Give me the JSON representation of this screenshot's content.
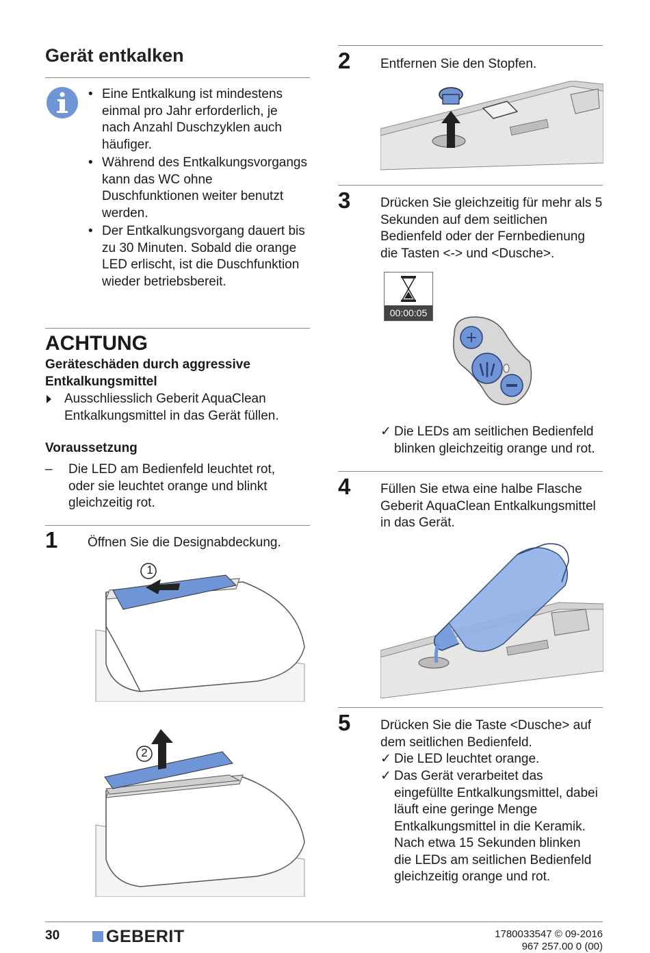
{
  "section": {
    "title": "Gerät entkalken",
    "info_bullets": [
      "Eine Entkalkung ist mindestens einmal pro Jahr erforderlich, je nach Anzahl Duschzyklen auch häufiger.",
      "Während des Entkalkungsvorgangs kann das WC ohne Duschfunktionen weiter benutzt werden.",
      "Der Entkalkungsvorgang dauert bis zu 30 Minuten. Sobald die orange LED erlischt, ist die Duschfunktion wieder betriebsbereit."
    ]
  },
  "warning": {
    "heading": "ACHTUNG",
    "subheading_line1": "Geräteschäden durch aggressive",
    "subheading_line2": "Entkalkungsmittel",
    "action": "Ausschliesslich Geberit AquaClean Entkalkungsmittel in das Gerät füllen."
  },
  "precondition": {
    "heading": "Voraussetzung",
    "dash": "–",
    "text": "Die LED am Bedienfeld leuchtet rot, oder sie leuchtet orange und blinkt gleichzeitig rot."
  },
  "steps": {
    "s1": {
      "num": "1",
      "text": "Öffnen Sie die Designabdeckung.",
      "callout_a": "1",
      "callout_b": "2"
    },
    "s2": {
      "num": "2",
      "text": "Entfernen Sie den Stopfen."
    },
    "s3": {
      "num": "3",
      "text": "Drücken Sie gleichzeitig für mehr als 5 Sekunden auf dem seitlichen Bedienfeld oder der Fernbedienung die Tasten <-> und <Dusche>.",
      "timer": "00:00:05",
      "result": "Die LEDs am seitlichen Bedienfeld blinken gleichzeitig orange und rot."
    },
    "s4": {
      "num": "4",
      "text": "Füllen Sie etwa eine halbe Flasche Geberit AquaClean Entkalkungsmittel in das Gerät."
    },
    "s5": {
      "num": "5",
      "text": "Drücken Sie die Taste <Dusche> auf dem seitlichen Bedienfeld.",
      "results": [
        "Die LED leuchtet orange.",
        "Das Gerät verarbeitet das eingefüllte Entkalkungsmittel, dabei läuft eine geringe Menge Entkalkungsmittel in die Keramik. Nach etwa 15 Sekunden blinken die LEDs am seitlichen Bedienfeld gleichzeitig orange und rot."
      ]
    }
  },
  "footer": {
    "page_number": "30",
    "brand": "GEBERIT",
    "doc_code_line1": "1780033547 © 09-2016",
    "doc_code_line2": "967 257.00 0 (00)"
  },
  "colors": {
    "accent_blue": "#6f95d6",
    "text": "#1a1a1a",
    "rule": "#8a8a8a"
  },
  "icons": {
    "info": "info-icon",
    "hourglass": "hourglass-icon",
    "arrow": "arrow-up-icon"
  }
}
